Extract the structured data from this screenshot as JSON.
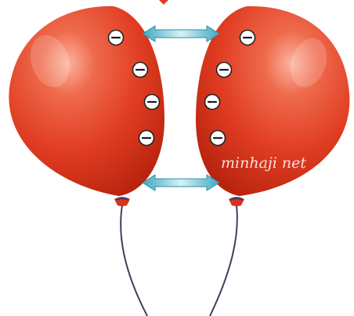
{
  "diagram": {
    "watermark_text": "minhaji net",
    "balloons": [
      {
        "id": "left",
        "color": "#e23a1e",
        "charges": [
          "-",
          "-",
          "-",
          "-"
        ]
      },
      {
        "id": "right",
        "color": "#e23a1e",
        "charges": [
          "-",
          "-",
          "-",
          "-"
        ]
      }
    ],
    "arrows": [
      {
        "id": "top",
        "meaning": "repulsion",
        "color": "#5bbad0"
      },
      {
        "id": "bottom",
        "meaning": "repulsion",
        "color": "#5bbad0"
      }
    ],
    "string_color": "#3a4458"
  }
}
